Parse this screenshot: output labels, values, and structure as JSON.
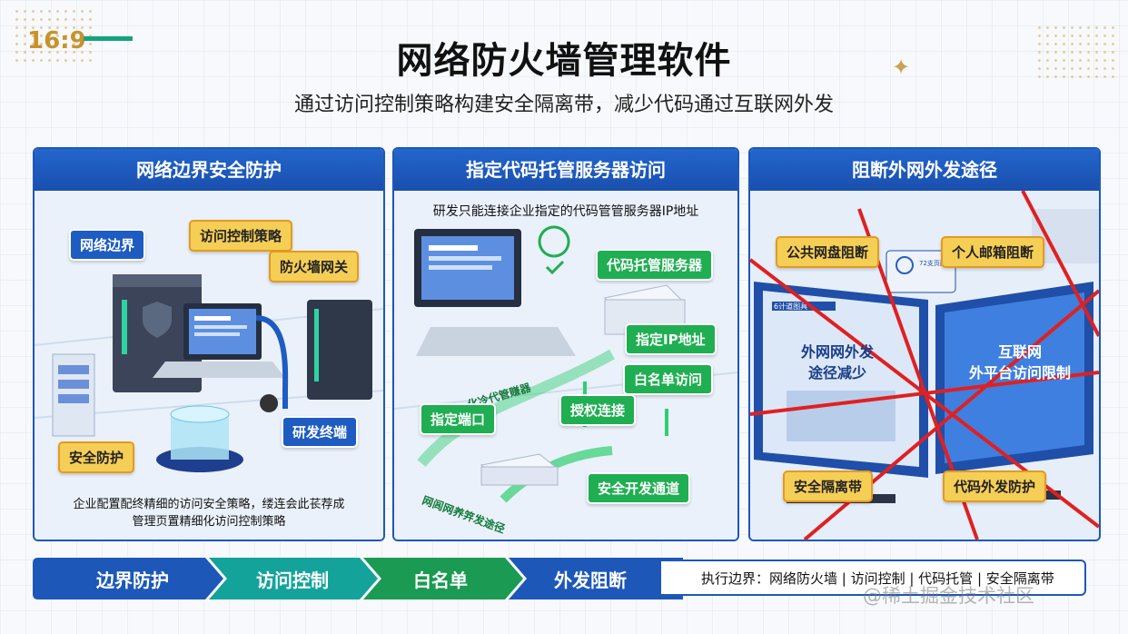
{
  "header": {
    "ratio": "16:9",
    "title": "网络防火墙管理软件",
    "subtitle": "通过访问控制策略构建安全隔离带，减少代码通过互联网外发"
  },
  "panels": [
    {
      "title": "网络边界安全防护",
      "tags": [
        "网络边界",
        "访问控制策略",
        "防火墙网关",
        "研发终端",
        "安全防护"
      ],
      "note_line1": "企业配置配终精细的访问安全策略，缕连会此苌荐成",
      "note_line2": "管理页置精细化访问控制策略"
    },
    {
      "title": "指定代码托管服务器访问",
      "note_top": "研发只能连接企业指定的代码管管服务器IP地址",
      "tags": [
        "代码托管服务器",
        "指定IP地址",
        "白名单访问",
        "授权连接",
        "指定端口",
        "安全开发通道"
      ],
      "pipe_label_1": "化冷代管赚器",
      "pipe_label_2": "网闾网养笄发途径"
    },
    {
      "title": "阻断外网外发途径",
      "tags": [
        "公共网盘阻断",
        "个人邮箱阻断",
        "安全隔离带",
        "代码外发防护"
      ],
      "monitor_left": [
        "外网网外发",
        "途径减少"
      ],
      "monitor_right": [
        "互联网",
        "外平台访问限制"
      ],
      "screen_small_text": "6计道图具",
      "device_text": "72支页面"
    }
  ],
  "steps": [
    "边界防护",
    "访问控制",
    "白名单",
    "外发阻断"
  ],
  "summary": "执行边界：网络防火墙 | 访问控制 | 代码托管 | 安全隔离带",
  "watermark": "@稀土掘金技术社区",
  "colors": {
    "blue": "#1e5cc2",
    "green": "#1fae52",
    "orange": "#f5ce56",
    "red": "#e02020",
    "teal": "#14a37f"
  }
}
